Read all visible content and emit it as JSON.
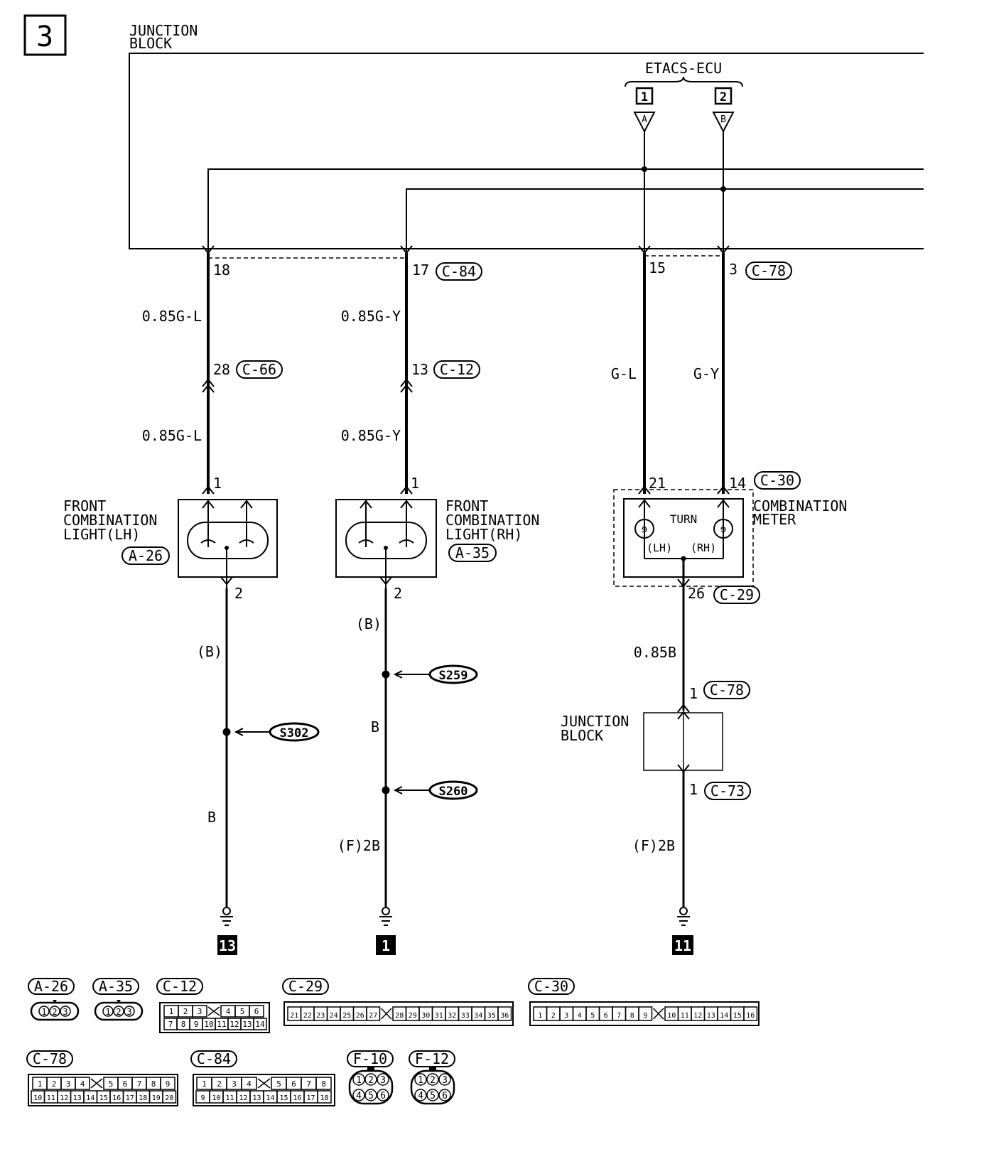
{
  "page_number": "3",
  "top": {
    "junction_block_line1": "JUNCTION",
    "junction_block_line2": "BLOCK",
    "etacs_ecu": "ETACS-ECU",
    "etacs_box1": "1",
    "etacs_box2": "2",
    "etacs_tri1": "A",
    "etacs_tri2": "B"
  },
  "pins": {
    "p18": "18",
    "p17": "17",
    "p15": "15",
    "p3": "3",
    "p28": "28",
    "p13": "13",
    "p1_lh": "1",
    "p1_rh": "1",
    "p21": "21",
    "p14": "14",
    "p2_lh": "2",
    "p2_rh": "2",
    "p26": "26",
    "p1_c78": "1",
    "p1_c73": "1"
  },
  "connectors": {
    "c84": "C-84",
    "c78": "C-78",
    "c66": "C-66",
    "c12": "C-12",
    "c30": "C-30",
    "a26": "A-26",
    "a35": "A-35",
    "c29": "C-29",
    "c78b": "C-78",
    "c73": "C-73"
  },
  "wires": {
    "w1_top": "0.85G-L",
    "w1_mid": "0.85G-L",
    "w2_top": "0.85G-Y",
    "w2_mid": "0.85G-Y",
    "w3": "G-L",
    "w4": "G-Y",
    "lh_b1": "(B)",
    "lh_b2": "B",
    "rh_b1": "(B)",
    "rh_b2": "B",
    "rh_f": "(F)2B",
    "m_085b": "0.85B",
    "m_f": "(F)2B"
  },
  "components": {
    "fcl_lh_1": "FRONT",
    "fcl_lh_2": "COMBINATION",
    "fcl_lh_3": "LIGHT(LH)",
    "fcl_rh_1": "FRONT",
    "fcl_rh_2": "COMBINATION",
    "fcl_rh_3": "LIGHT(RH)",
    "meter_1": "COMBINATION",
    "meter_2": "METER",
    "turn": "TURN",
    "lh": "(LH)",
    "rh": "(RH)",
    "jb2_1": "JUNCTION",
    "jb2_2": "BLOCK"
  },
  "splices": {
    "s302": "S302",
    "s259": "S259",
    "s260": "S260"
  },
  "grounds": {
    "g13": "13",
    "g1": "1",
    "g11": "11"
  },
  "legend": {
    "a26": "A-26",
    "a35": "A-35",
    "c12": "C-12",
    "c29": "C-29",
    "c30": "C-30",
    "c78": "C-78",
    "c84": "C-84",
    "f10": "F-10",
    "f12": "F-12",
    "pins_a": [
      "1",
      "2",
      "3"
    ],
    "c12_row1": [
      "1",
      "2",
      "3",
      "",
      "4",
      "5",
      "6"
    ],
    "c12_row2": [
      "7",
      "8",
      "9",
      "10",
      "11",
      "12",
      "13",
      "14"
    ],
    "c29_row": [
      "21",
      "22",
      "23",
      "24",
      "25",
      "26",
      "27",
      "",
      "28",
      "29",
      "30",
      "31",
      "32",
      "33",
      "34",
      "35",
      "36"
    ],
    "c30_row": [
      "1",
      "2",
      "3",
      "4",
      "5",
      "6",
      "7",
      "8",
      "9",
      "",
      "10",
      "11",
      "12",
      "13",
      "14",
      "15",
      "16"
    ],
    "c78_row1": [
      "1",
      "2",
      "3",
      "4",
      "",
      "5",
      "6",
      "7",
      "8",
      "9"
    ],
    "c78_row2": [
      "10",
      "11",
      "12",
      "13",
      "14",
      "15",
      "16",
      "17",
      "18",
      "19",
      "20"
    ],
    "c84_row1": [
      "1",
      "2",
      "3",
      "4",
      "",
      "5",
      "6",
      "7",
      "8"
    ],
    "c84_row2": [
      "9",
      "10",
      "11",
      "12",
      "13",
      "14",
      "15",
      "16",
      "17",
      "18"
    ],
    "pins_f_top": [
      "1",
      "2",
      "3"
    ],
    "pins_f_bot": [
      "4",
      "5",
      "6"
    ]
  }
}
